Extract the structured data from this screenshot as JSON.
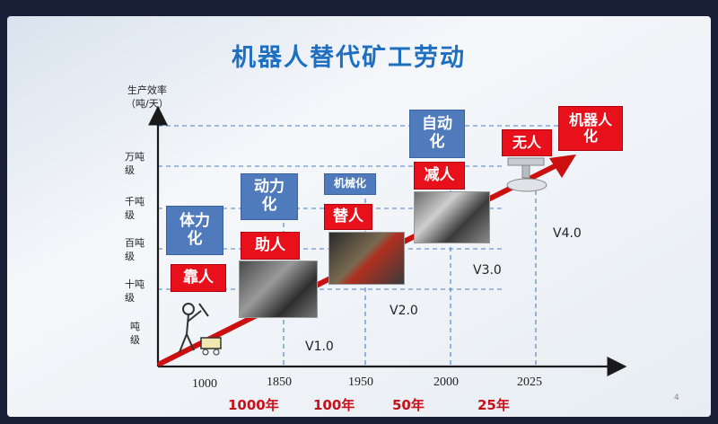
{
  "slide": {
    "title": "机器人替代矿工劳动",
    "page_number": "4"
  },
  "colors": {
    "title": "#1f6fc0",
    "blue_box": "#4f7bbd",
    "red_box": "#e8101b",
    "axis": "#1a1a1a",
    "trend_arrow": "#cc1010",
    "dashed": "#4a7fc1"
  },
  "chart_data": {
    "type": "line",
    "title": "机器人替代矿工劳动",
    "ylabel": "生产效率\n（吨/天）",
    "yticks": [
      "吨\n级",
      "十吨\n级",
      "百吨\n级",
      "千吨\n级",
      "万吨\n级"
    ],
    "x": [
      "1000",
      "1850",
      "1950",
      "2000",
      "2025"
    ],
    "intervals": [
      "1000年",
      "100年",
      "50年",
      "25年"
    ],
    "versions": [
      "V1.0",
      "V2.0",
      "V3.0",
      "V4.0"
    ],
    "stages": [
      {
        "year": "1000",
        "level": "十吨级",
        "mode": "体力化",
        "label": "靠人"
      },
      {
        "year": "1850",
        "level": "百吨级",
        "mode": "动力化",
        "label": "助人"
      },
      {
        "year": "1950",
        "level": "千吨级",
        "mode": "机械化",
        "label": "替人"
      },
      {
        "year": "2000",
        "level": "万吨级",
        "mode": "自动化",
        "label": "减人"
      },
      {
        "year": "2025",
        "level": "万吨级以上",
        "mode": "机器人化",
        "label": "无人"
      }
    ]
  }
}
